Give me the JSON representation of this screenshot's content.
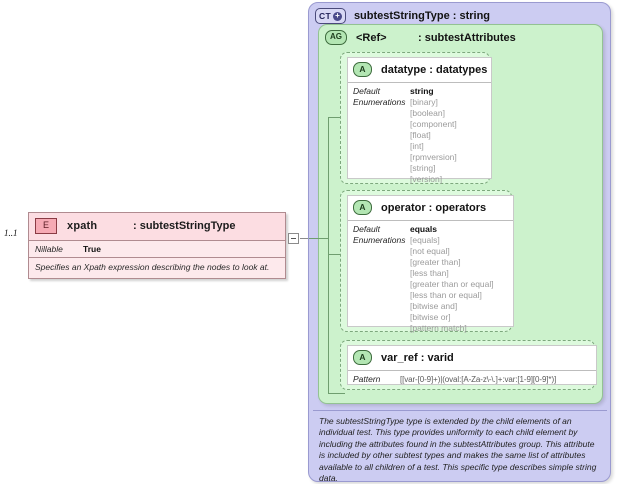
{
  "diagram": {
    "element": {
      "badge": "E",
      "name": "xpath",
      "type": ": subtestStringType",
      "cardinality": "1..1",
      "facets": [
        {
          "key": "Nillable",
          "value": "True"
        }
      ],
      "documentation": "Specifies an Xpath expression describing the nodes to look at."
    },
    "complex_type": {
      "badge": "CT",
      "badge_plus": "+",
      "title": "subtestStringType : string",
      "documentation": "The subtestStringType type is extended by the child elements of an individual test.  This type provides uniformity to each child element by including the attributes found in the subtestAttributes group.  This attribute is included by other subtest types and makes the same list of attributes available to all children of a test.  This specific type describes simple string data."
    },
    "attribute_group": {
      "badge": "AG",
      "ref": "<Ref>",
      "type": ": subtestAttributes"
    },
    "attributes": [
      {
        "badge": "A",
        "title": "datatype : datatypes",
        "facet_keys": [
          "Default",
          "Enumerations"
        ],
        "default": "string",
        "enumerations": [
          "[binary]",
          "[boolean]",
          "[component]",
          "[float]",
          "[int]",
          "[rpmversion]",
          "[string]",
          "[version]"
        ]
      },
      {
        "badge": "A",
        "title": "operator : operators",
        "facet_keys": [
          "Default",
          "Enumerations"
        ],
        "default": "equals",
        "enumerations": [
          "[equals]",
          "[not equal]",
          "[greater than]",
          "[less than]",
          "[greater than or equal]",
          "[less than or equal]",
          "[bitwise and]",
          "[bitwise or]",
          "[pattern match]"
        ]
      },
      {
        "badge": "A",
        "title": "var_ref : varid",
        "facet_keys": [
          "Pattern"
        ],
        "pattern": "[[var-[0-9]+)|(oval:[A-Za-z\\-\\.]+:var:[1-9][0-9]*)]"
      }
    ],
    "colors": {
      "element_fill": "#fde9ec",
      "element_border": "#b08b90",
      "complex_type_fill": "#ccccf2",
      "attribute_group_fill": "#ccf2cc",
      "attribute_fill": "#ddfadd",
      "enumeration_text": "#9b9b9b"
    }
  }
}
